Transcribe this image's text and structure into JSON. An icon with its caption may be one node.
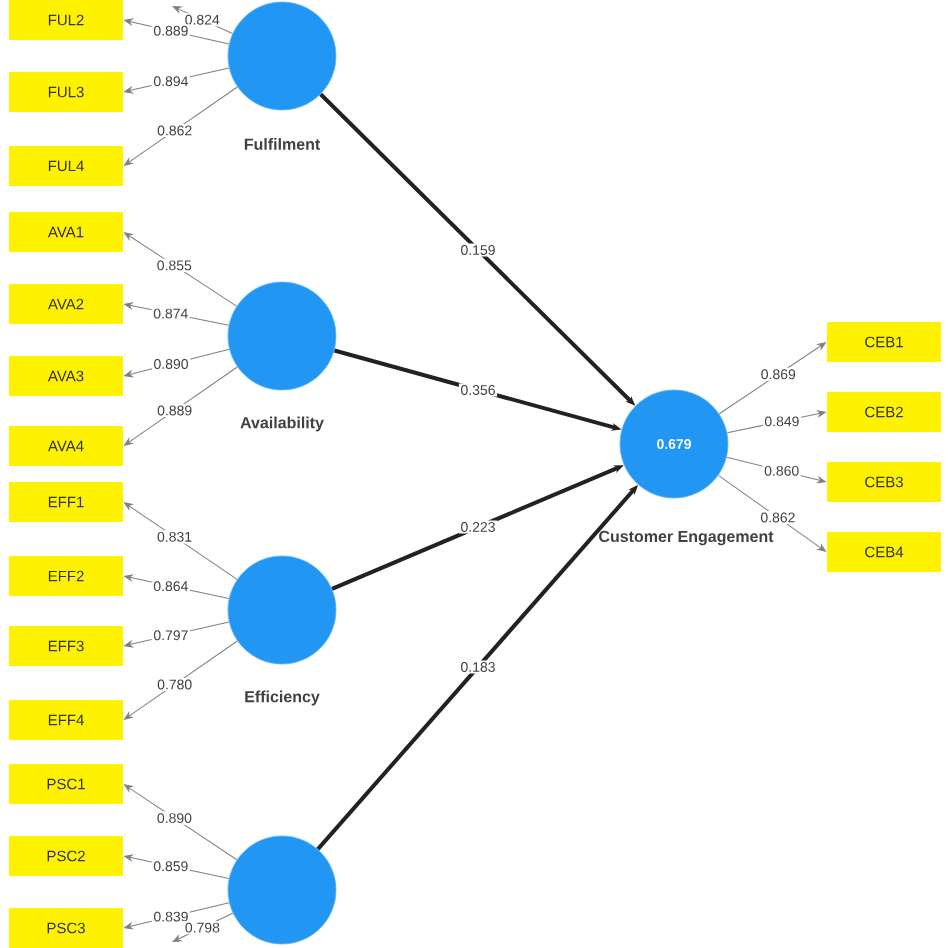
{
  "diagram": {
    "nodes": [
      {
        "text": [
          "FUL2"
        ]
      },
      {
        "text": [
          "FUL3"
        ]
      },
      {
        "text": [
          "FUL4"
        ]
      },
      {
        "text": [
          "Fulfilment"
        ]
      },
      {
        "text": [
          "AVA1"
        ]
      },
      {
        "text": [
          "AVA2"
        ]
      },
      {
        "text": [
          "AVA3"
        ]
      },
      {
        "text": [
          "AVA4"
        ]
      },
      {
        "text": [
          "Availability"
        ]
      },
      {
        "text": [
          "EFF1"
        ]
      },
      {
        "text": [
          "EFF2"
        ]
      },
      {
        "text": [
          "EFF3"
        ]
      },
      {
        "text": [
          "EFF4"
        ]
      },
      {
        "text": [
          "Efficiency"
        ]
      },
      {
        "text": [
          "PSC1"
        ]
      },
      {
        "text": [
          "PSC2"
        ]
      },
      {
        "text": [
          "PSC3"
        ]
      },
      {
        "text": [],
        "shape": "circle"
      },
      {
        "text": [
          "0.679",
          "Customer Engagement"
        ]
      },
      {
        "text": [
          "CEB1"
        ]
      },
      {
        "text": [
          "CEB2"
        ]
      },
      {
        "text": [
          "CEB3"
        ]
      },
      {
        "text": [
          "CEB4"
        ]
      }
    ],
    "edges": [
      {
        "from": 3,
        "to": null,
        "arrow": "to",
        "label": "0.824"
      },
      {
        "from": 3,
        "to": 0,
        "arrow": "to",
        "label": "0.889"
      },
      {
        "from": 3,
        "to": 1,
        "arrow": "to",
        "label": "0.894"
      },
      {
        "from": 3,
        "to": 2,
        "arrow": "to",
        "label": "0.862"
      },
      {
        "from": 8,
        "to": 4,
        "arrow": "to",
        "label": "0.855"
      },
      {
        "from": 8,
        "to": 5,
        "arrow": "to",
        "label": "0.874"
      },
      {
        "from": 8,
        "to": 6,
        "arrow": "to",
        "label": "0.890"
      },
      {
        "from": 8,
        "to": 7,
        "arrow": "to",
        "label": "0.889"
      },
      {
        "from": 13,
        "to": 9,
        "arrow": "to",
        "label": "0.831"
      },
      {
        "from": 13,
        "to": 10,
        "arrow": "to",
        "label": "0.864"
      },
      {
        "from": 13,
        "to": 11,
        "arrow": "to",
        "label": "0.797"
      },
      {
        "from": 13,
        "to": 12,
        "arrow": "to",
        "label": "0.780"
      },
      {
        "from": 17,
        "to": 14,
        "arrow": "to",
        "label": "0.890"
      },
      {
        "from": 17,
        "to": 15,
        "arrow": "to",
        "label": "0.859"
      },
      {
        "from": 17,
        "to": 16,
        "arrow": "to",
        "label": "0.839"
      },
      {
        "from": 17,
        "to": null,
        "arrow": "to",
        "label": "0.798"
      },
      {
        "from": 3,
        "to": 18,
        "arrow": "to",
        "label": "0.159",
        "style": "thick",
        "color": "#222222"
      },
      {
        "from": 8,
        "to": 18,
        "arrow": "to",
        "label": "0.356",
        "style": "thick",
        "color": "#222222"
      },
      {
        "from": 13,
        "to": 18,
        "arrow": "to",
        "label": "0.223",
        "style": "thick",
        "color": "#222222"
      },
      {
        "from": 17,
        "to": 18,
        "arrow": "to",
        "label": "0.183",
        "style": "thick",
        "color": "#222222"
      },
      {
        "from": 18,
        "to": 19,
        "arrow": "to",
        "label": "0.869"
      },
      {
        "from": 18,
        "to": 20,
        "arrow": "to",
        "label": "0.849"
      },
      {
        "from": 18,
        "to": 21,
        "arrow": "to",
        "label": "0.860"
      },
      {
        "from": 18,
        "to": 22,
        "arrow": "to",
        "label": "0.862"
      }
    ]
  }
}
